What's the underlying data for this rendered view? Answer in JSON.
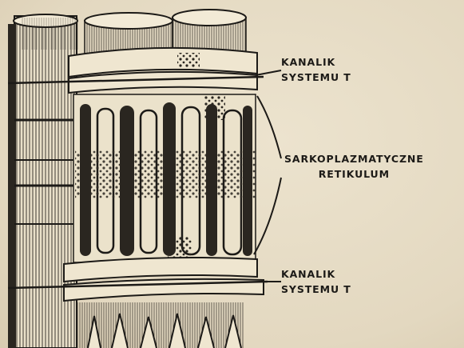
{
  "labels": {
    "t_tubule_top": {
      "line1": "KANALIK",
      "line2": "SYSTEMU  T"
    },
    "sarcoplasmic_reticulum": {
      "line1": "SARKOPLAZMATYCZNE",
      "line2": "RETIKULUM"
    },
    "t_tubule_bottom": {
      "line1": "KANALIK",
      "line2": "SYSTEMU  T"
    }
  },
  "colors": {
    "background": "#e6dcc6",
    "ink": "#1c1a17",
    "highlight": "#f2ead6"
  }
}
